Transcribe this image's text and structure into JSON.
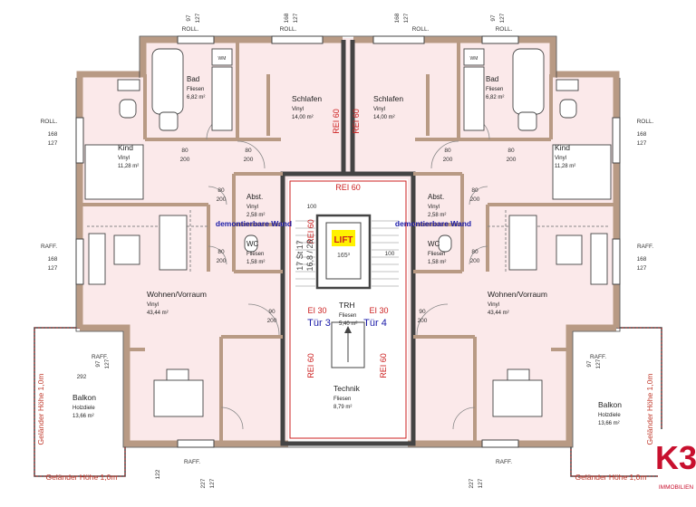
{
  "rooms": {
    "bad_l": {
      "name": "Bad",
      "floor": "Fliesen",
      "area": "6,82 m²"
    },
    "bad_r": {
      "name": "Bad",
      "floor": "Fliesen",
      "area": "6,82 m²"
    },
    "schlafen_l": {
      "name": "Schlafen",
      "floor": "Vinyl",
      "area": "14,00 m²"
    },
    "schlafen_r": {
      "name": "Schlafen",
      "floor": "Vinyl",
      "area": "14,00 m²"
    },
    "kind_l": {
      "name": "Kind",
      "floor": "Vinyl",
      "area": "11,28 m²"
    },
    "kind_r": {
      "name": "Kind",
      "floor": "Vinyl",
      "area": "11,28 m²"
    },
    "abst_l": {
      "name": "Abst.",
      "floor": "Vinyl",
      "area": "2,58 m²"
    },
    "abst_r": {
      "name": "Abst.",
      "floor": "Vinyl",
      "area": "2,58 m²"
    },
    "wc_l": {
      "name": "WC",
      "floor": "Fliesen",
      "area": "1,58 m²"
    },
    "wc_r": {
      "name": "WC",
      "floor": "Fliesen",
      "area": "1,58 m²"
    },
    "wohnen_l": {
      "name": "Wohnen/Vorraum",
      "floor": "Vinyl",
      "area": "43,44 m²"
    },
    "wohnen_r": {
      "name": "Wohnen/Vorraum",
      "floor": "Vinyl",
      "area": "43,44 m²"
    },
    "trh": {
      "name": "TRH",
      "floor": "Fliesen",
      "area": "5,40 m²"
    },
    "technik": {
      "name": "Technik",
      "floor": "Fliesen",
      "area": "8,79 m²"
    },
    "balkon_l": {
      "name": "Balkon",
      "floor": "Holzdiele",
      "area": "13,66 m²"
    },
    "balkon_r": {
      "name": "Balkon",
      "floor": "Holzdiele",
      "area": "13,66 m²"
    }
  },
  "labels": {
    "lift": "LIFT",
    "lift_dim": "165³",
    "rei60": "REI 60",
    "ei30": "EI 30",
    "tuer3": "Tür 3",
    "tuer4": "Tür 4",
    "demontierbar": "demontierbare Wand",
    "gelaender": "Geländer Höhe 1,0m",
    "roll": "ROLL.",
    "raff": "RAFF.",
    "wm": "WM",
    "stair_text_a": "17 St 17",
    "stair_text_b": "16,8 / 28"
  },
  "dims": {
    "d97": "97",
    "d127": "127",
    "d168": "168",
    "d80": "80",
    "d200": "200",
    "d90": "90",
    "d100": "100",
    "d227": "227",
    "d292": "292",
    "d122": "122"
  },
  "logo": {
    "mark": "K3",
    "text": "IMMOBILIEN",
    "color": "#c8102e"
  },
  "colors": {
    "wall": "#b89a84",
    "wall_dark": "#444444",
    "floor": "#fbe9ea",
    "rei_red": "#cc1f1f",
    "ei_blue": "#1a1aa8",
    "lift_fill": "#fff200",
    "dim_red": "#c0392b"
  }
}
